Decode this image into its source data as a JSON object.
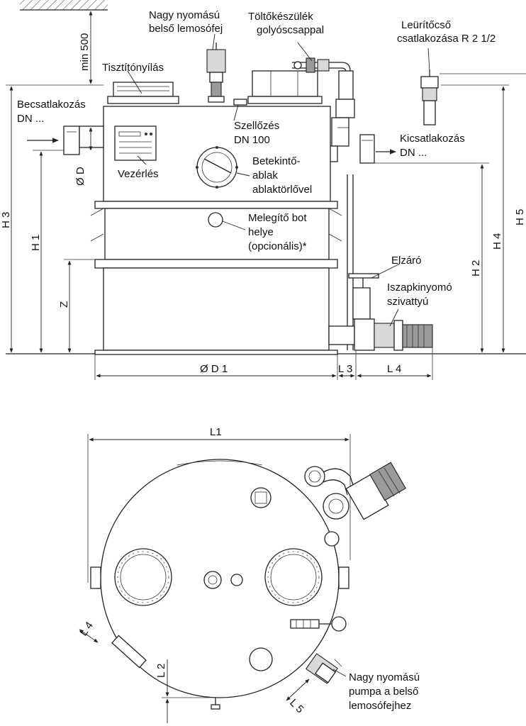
{
  "side_view": {
    "labels": {
      "spray_head": [
        "Nagy nyomású",
        "belső lemosófej"
      ],
      "filler": [
        "Töltőkészülék",
        "golyóscsappal"
      ],
      "drain_connection": [
        "Leürítőcső",
        "csatlakozása R 2 1/2"
      ],
      "cleaning_opening": "Tisztítónyílás",
      "inlet": [
        "Becsatlakozás",
        "DN ..."
      ],
      "ventilation": [
        "Szellőzés",
        "DN 100"
      ],
      "outlet": [
        "Kicsatlakozás",
        "DN ..."
      ],
      "control": "Vezérlés",
      "sight_window": [
        "Betekintő-",
        "ablak",
        "ablaktörlővel"
      ],
      "heater": [
        "Melegítő bot",
        "helye",
        "(opcionális)*"
      ],
      "valve": "Elzáró",
      "sludge_pump": [
        "Iszapkinyomó",
        "szivattyú"
      ]
    },
    "dimensions": {
      "min_height": "min 500",
      "h3": "H 3",
      "h1": "H 1",
      "z": "Z",
      "d": "Ø D",
      "h2": "H 2",
      "h4": "H 4",
      "h5": "H 5",
      "d1": "Ø D 1",
      "l3": "L 3",
      "l4": "L 4"
    }
  },
  "top_view": {
    "dimensions": {
      "l1": "L1",
      "l4": "L 4",
      "l2": "L 2",
      "l5": "L 5"
    },
    "labels": {
      "hp_pump": [
        "Nagy nyomású",
        "pumpa a belső",
        "lemosófejhez"
      ]
    }
  }
}
